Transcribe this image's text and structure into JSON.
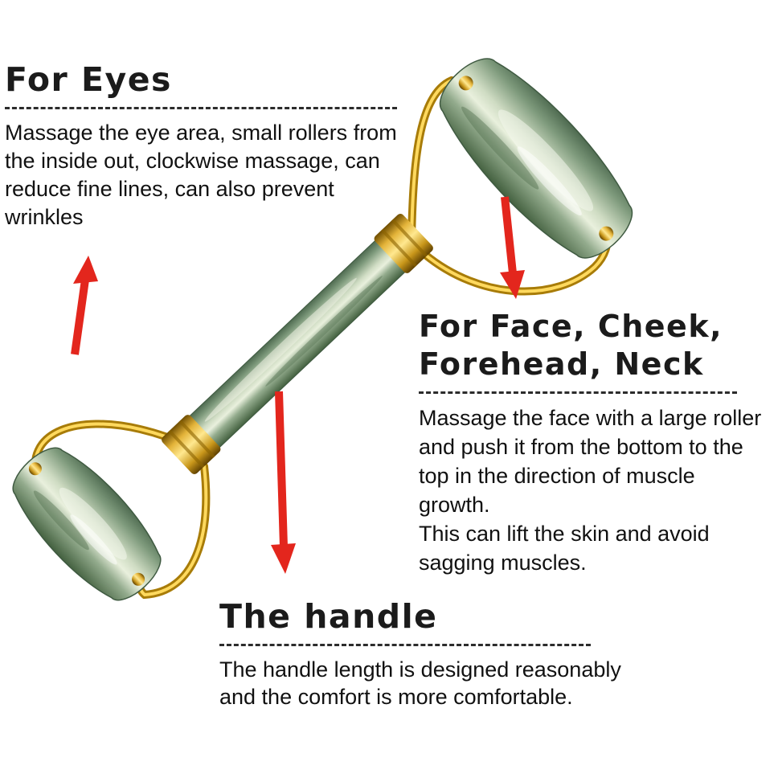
{
  "page": {
    "background_color": "#ffffff"
  },
  "annotations": {
    "eyes": {
      "title": "For Eyes",
      "lines": [
        "Massage the eye area, small rollers from",
        "the inside out, clockwise massage, can",
        "reduce fine lines, can also prevent",
        "wrinkles"
      ]
    },
    "face": {
      "title_line1": "For Face, Cheek,",
      "title_line2": "Forehead, Neck",
      "lines": [
        "Massage the face with a large roller",
        "and push it from the bottom to the",
        "top in the direction of muscle growth.",
        "This can lift the skin and avoid",
        "sagging muscles."
      ]
    },
    "handle": {
      "title": "The handle",
      "lines": [
        "The handle length is designed reasonably",
        "and the comfort is more comfortable."
      ]
    }
  },
  "illustration": {
    "product": "jade facial roller",
    "parts": [
      "large-roller",
      "small-roller",
      "handle",
      "gold-frame-large",
      "gold-frame-small"
    ],
    "arrows": [
      {
        "name": "eyes-arrow",
        "direction": "up",
        "color": "#e3261d"
      },
      {
        "name": "face-arrow",
        "direction": "down",
        "color": "#e3261d"
      },
      {
        "name": "handle-arrow",
        "direction": "down",
        "color": "#e3261d"
      }
    ]
  },
  "colors": {
    "text": "#181818",
    "divider": "#2c2c2c",
    "arrow_red": "#e3261d",
    "gold": "#d2a22a",
    "jade_green": "#8aa98c"
  }
}
